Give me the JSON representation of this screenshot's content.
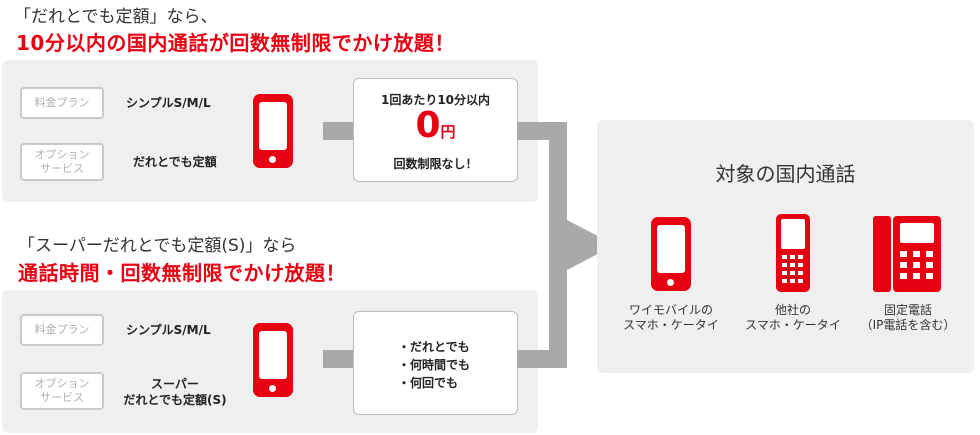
{
  "section1": {
    "heading_sub": "「だれとでも定額」なら、",
    "heading_main": "10分以内の国内通話が回数無制限でかけ放題！",
    "plan_label": "料金プラン",
    "plan_value": "シンプルS/M/L",
    "option_label_1": "オプション",
    "option_label_2": "サービス",
    "option_value": "だれとでも定額",
    "card_top": "1回あたり10分以内",
    "card_big_number": "0",
    "card_big_unit": "円",
    "card_bottom": "回数制限なし！"
  },
  "section2": {
    "heading_sub": "「スーパーだれとでも定額(S)」なら",
    "heading_main": "通話時間・回数無制限でかけ放題！",
    "plan_label": "料金プラン",
    "plan_value": "シンプルS/M/L",
    "option_label_1": "オプション",
    "option_label_2": "サービス",
    "option_value_1": "スーパー",
    "option_value_2": "だれとでも定額(S)",
    "card_items": [
      "・だれとでも",
      "・何時間でも",
      "・何回でも"
    ]
  },
  "target": {
    "title": "対象の国内通話",
    "items": [
      {
        "line1": "ワイモバイルの",
        "line2": "スマホ・ケータイ",
        "icon": "smartphone-icon"
      },
      {
        "line1": "他社の",
        "line2": "スマホ・ケータイ",
        "icon": "feature-phone-icon"
      },
      {
        "line1": "固定電話",
        "line2": "（IP電話を含む）",
        "icon": "landline-phone-icon"
      }
    ]
  },
  "colors": {
    "accent": "#e60012",
    "panel": "#efefef",
    "arrow": "#a9a9a9"
  }
}
